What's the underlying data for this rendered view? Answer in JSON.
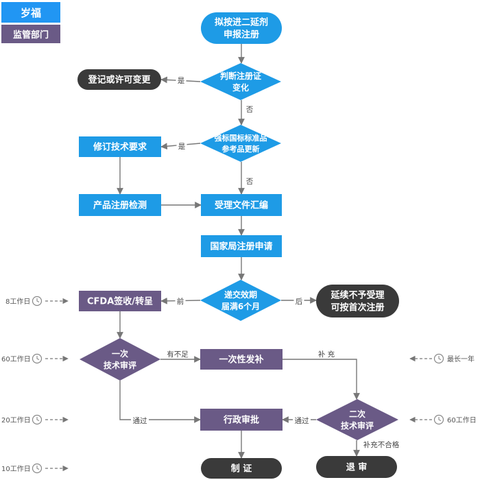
{
  "legend": {
    "brand_label": "岁福",
    "department_label": "监管部门",
    "brand_color": "#2196f3",
    "department_color": "#6a5a86"
  },
  "colors": {
    "blue": "#1e9be6",
    "purple": "#6a5a86",
    "dark": "#3a3a3a",
    "line": "#777777",
    "clock": "#888888"
  },
  "nodes": {
    "start": {
      "lines": [
        "拟按进二延剂",
        "申报注册"
      ]
    },
    "decision_change": {
      "lines": [
        "判断注册证",
        "变化"
      ]
    },
    "terminal_change": {
      "lines": [
        "登记或许可变更"
      ]
    },
    "decision_standard": {
      "lines": [
        "强标国标标准品",
        "参考品更新"
      ]
    },
    "revise_requirements": {
      "lines": [
        "修订技术要求"
      ]
    },
    "product_testing": {
      "lines": [
        "产品注册检测"
      ]
    },
    "compile_documents": {
      "lines": [
        "受理文件汇编"
      ]
    },
    "national_application": {
      "lines": [
        "国家局注册申请"
      ]
    },
    "decision_submit": {
      "lines": [
        "递交效期",
        "届满6个月"
      ]
    },
    "terminal_no_accept": {
      "lines": [
        "延续不予受理",
        "可按首次注册"
      ]
    },
    "cfda_receive": {
      "lines": [
        "CFDA签收/转呈"
      ]
    },
    "first_review": {
      "lines": [
        "一次",
        "技术审评"
      ]
    },
    "one_time_supplement": {
      "lines": [
        "一次性发补"
      ]
    },
    "admin_approval": {
      "lines": [
        "行政审批"
      ]
    },
    "second_review": {
      "lines": [
        "二次",
        "技术审评"
      ]
    },
    "certificate": {
      "lines": [
        "制 证"
      ]
    },
    "review_withdrawal": {
      "lines": [
        "退 审"
      ]
    }
  },
  "edge_labels": {
    "yes_change": "是",
    "no_change": "否",
    "yes_standard": "是",
    "no_standard": "否",
    "before": "前",
    "after": "后",
    "insufficient": "有不足",
    "supplement": "补 充",
    "pass_first": "通过",
    "pass_second": "通过",
    "supplement_failed": "补充不合格"
  },
  "timeline": {
    "left": [
      {
        "label": "8工作日"
      },
      {
        "label": "60工作日"
      },
      {
        "label": "20工作日"
      },
      {
        "label": "10工作日"
      }
    ],
    "right": [
      {
        "label": "最长一年"
      },
      {
        "label": "60工作日"
      }
    ]
  }
}
